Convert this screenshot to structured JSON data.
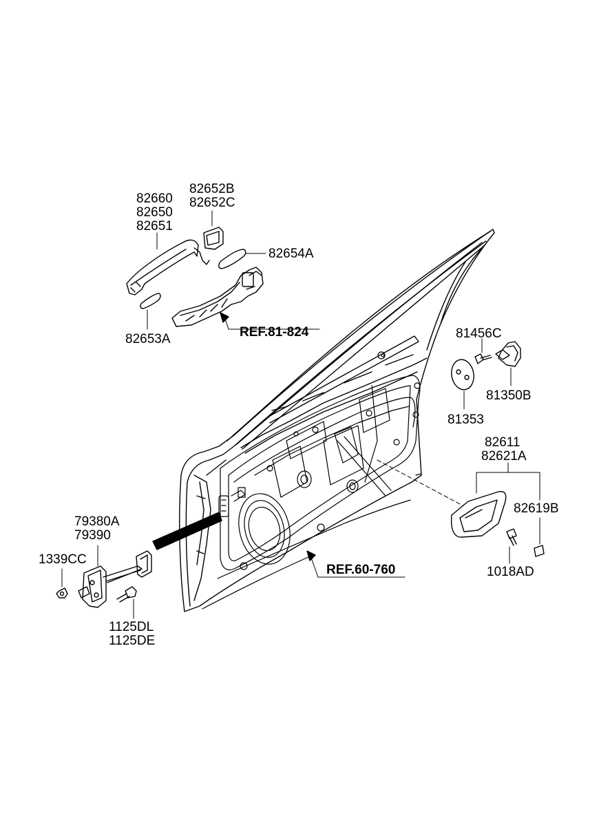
{
  "colors": {
    "line": "#000000",
    "background": "#ffffff"
  },
  "parts": {
    "outside_handle": [
      "82660",
      "82650",
      "82651"
    ],
    "handle_cover": [
      "82652B",
      "82652C"
    ],
    "gasket_rear": "82654A",
    "gasket_front": "82653A",
    "ref_handle": "REF.81-824",
    "striker_bolt": "81456C",
    "striker": "81350B",
    "striker_cap": "81353",
    "inside_handle": [
      "82611",
      "82621A"
    ],
    "inside_handle_cover": "82619B",
    "inside_handle_screw": "1018AD",
    "ref_door_panel": "REF.60-760",
    "door_checker": [
      "79380A",
      "79390"
    ],
    "checker_nut": "1339CC",
    "checker_bolt": [
      "1125DL",
      "1125DE"
    ]
  }
}
